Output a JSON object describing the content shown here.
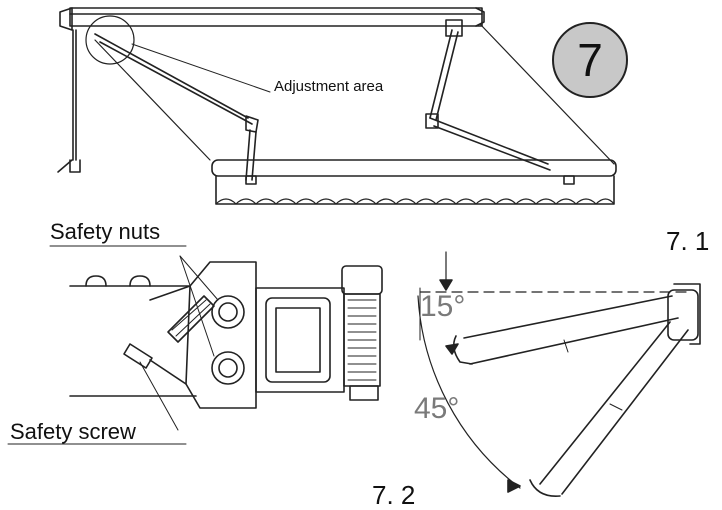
{
  "figure": {
    "step_number": "7",
    "labels": {
      "adjustment_area": "Adjustment area",
      "safety_nuts": "Safety  nuts",
      "safety_screw": "Safety  screw",
      "fig_7_1": "7. 1",
      "fig_7_2": "7. 2",
      "angle_small": "15°",
      "angle_large": "45°"
    }
  }
}
